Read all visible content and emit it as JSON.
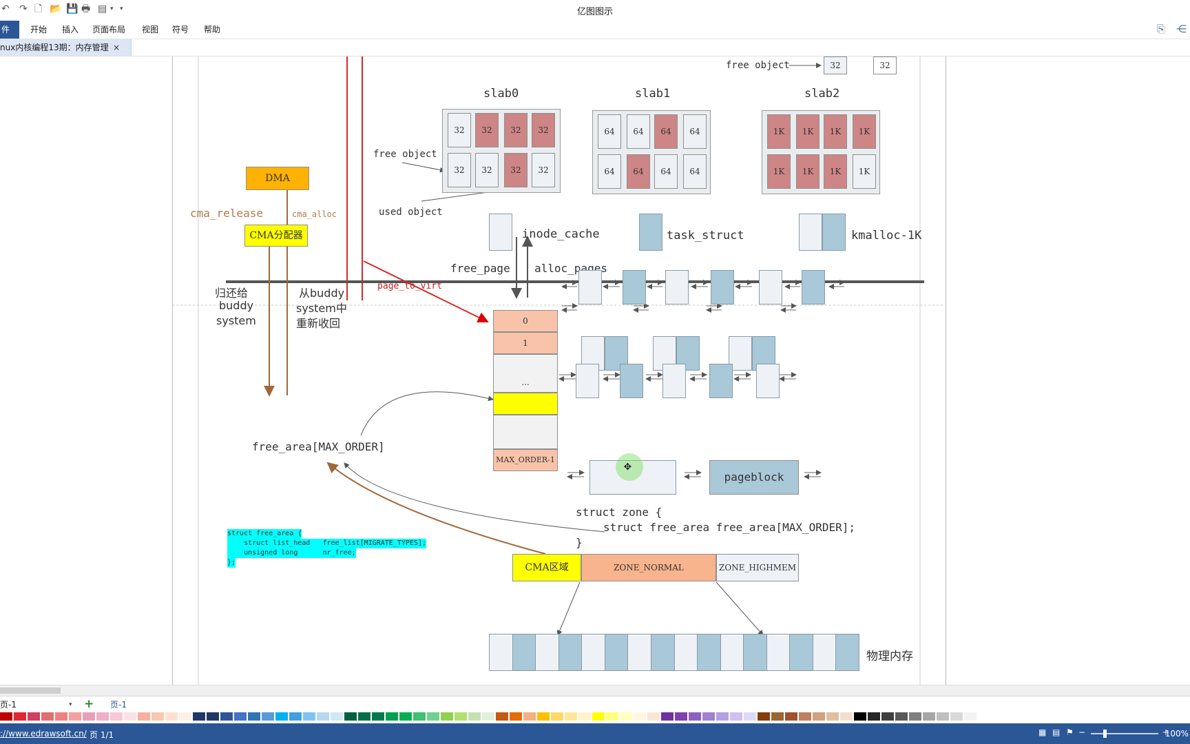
{
  "window": {
    "title": "亿图图示"
  },
  "menu": {
    "file": "件",
    "items": [
      "开始",
      "插入",
      "页面布局",
      "视图",
      "符号",
      "帮助"
    ]
  },
  "doc_tab": {
    "label": "nux内核编程13期：内存管理",
    "close": "×"
  },
  "diagram": {
    "free_object_top": "free object",
    "top_cells": [
      "32",
      "32"
    ],
    "slab_titles": [
      "slab0",
      "slab1",
      "slab2"
    ],
    "slab0_cells": [
      "32",
      "32",
      "32",
      "32",
      "32",
      "32",
      "32",
      "32"
    ],
    "slab1_cells": [
      "64",
      "64",
      "64",
      "64",
      "64",
      "64",
      "64",
      "64"
    ],
    "slab2_cells": [
      "1K",
      "1K",
      "1K",
      "1K",
      "1K",
      "1K",
      "1K",
      "1K"
    ],
    "free_object_label": "free object",
    "used_object_label": "used object",
    "legend": {
      "inode": "inode_cache",
      "task": "task_struct",
      "kmalloc": "kmalloc-1K"
    },
    "free_page": "free_page",
    "alloc_pages": "alloc_pages",
    "dma": "DMA",
    "cma_release": "cma_release",
    "cma_alloc": "cma_alloc",
    "cma_allocator": "CMA分配器",
    "return_buddy": [
      "归还给",
      "buddy",
      "system"
    ],
    "from_buddy": [
      "从buddy",
      "system中",
      "重新收回"
    ],
    "page_to_virt": "page_to_virt",
    "order_cells": [
      "0",
      "1",
      "...",
      "MAX_ORDER-1"
    ],
    "free_area": "free_area[MAX_ORDER]",
    "pageblock": "pageblock",
    "struct_zone": [
      "struct zone {",
      "struct free_area free_area[MAX_ORDER];",
      "}"
    ],
    "code_free_area": [
      "struct free_area {",
      "    struct list_head   free_list[MIGRATE_TYPES];",
      "    unsigned long      nr_free;",
      "};"
    ],
    "zones": [
      "CMA区域",
      "ZONE_NORMAL",
      "ZONE_HIGHMEM"
    ],
    "phys_mem": "物理内存"
  },
  "sheet": {
    "selector": "页-1",
    "tab": "页-1"
  },
  "status": {
    "url": "://www.edrawsoft.cn/",
    "page": "页 1/1",
    "zoom": "100%"
  },
  "palette": [
    "#c00000",
    "#e32636",
    "#d04060",
    "#e07070",
    "#f08080",
    "#f4a0a0",
    "#e8a0b8",
    "#f0b0c8",
    "#f8c8d8",
    "#fce0e8",
    "#f8b0a0",
    "#f8c8b0",
    "#ffe0d0",
    "#fff0e8",
    "#1f3864",
    "#203864",
    "#2f5597",
    "#4472c4",
    "#2e75b6",
    "#5b9bd5",
    "#00b0f0",
    "#41a0e0",
    "#7fc4f0",
    "#b4d8f0",
    "#d0e8f8",
    "#006040",
    "#00704a",
    "#007a50",
    "#00a050",
    "#00b050",
    "#40c070",
    "#70d090",
    "#92d050",
    "#b0e070",
    "#c6e0b4",
    "#e2efda",
    "#c55a11",
    "#e46c0a",
    "#f4b183",
    "#ffc000",
    "#ffd966",
    "#ffe699",
    "#fff2cc",
    "#ffff00",
    "#ffff80",
    "#ffffc0",
    "#fff8e0",
    "#fce4d6",
    "#7030a0",
    "#8040b0",
    "#9060c0",
    "#a080d0",
    "#b4a0e0",
    "#d0c0f0",
    "#e0d8f8",
    "#833c0b",
    "#996633",
    "#a0522d",
    "#c08060",
    "#d0a080",
    "#e0c0a0",
    "#f0e0d0",
    "#000000",
    "#262626",
    "#404040",
    "#595959",
    "#7f7f7f",
    "#a6a6a6",
    "#bfbfbf",
    "#d9d9d9",
    "#f2f2f2",
    "#ffffff"
  ]
}
